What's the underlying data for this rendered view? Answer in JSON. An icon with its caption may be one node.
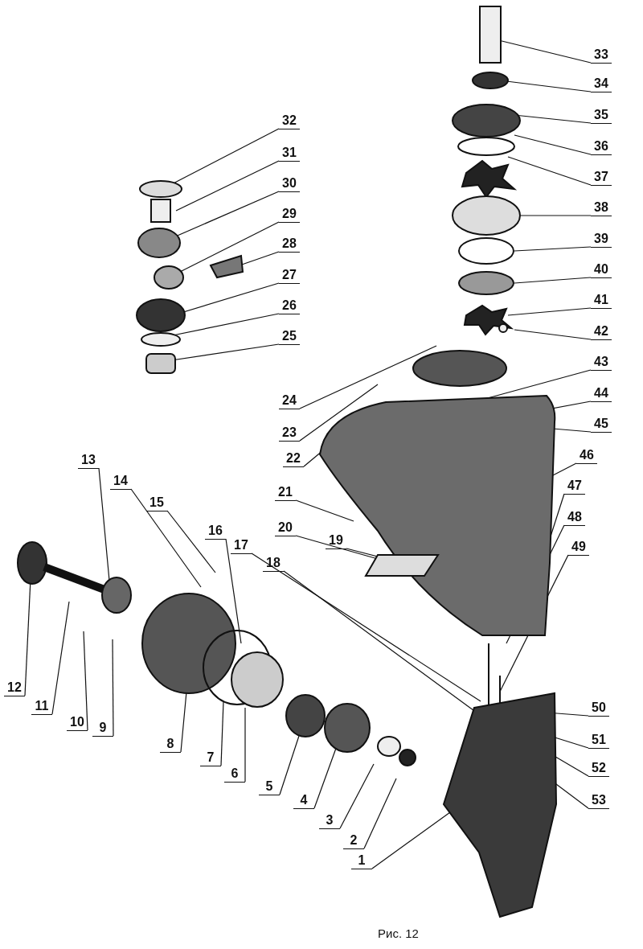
{
  "diagram": {
    "caption": "Рис. 12",
    "nodes": [
      {
        "text": [
          "1"
        ]
      },
      {
        "text": [
          "2"
        ]
      },
      {
        "text": [
          "3"
        ]
      },
      {
        "text": [
          "4"
        ]
      },
      {
        "text": [
          "5"
        ]
      },
      {
        "text": [
          "6"
        ]
      },
      {
        "text": [
          "7"
        ]
      },
      {
        "text": [
          "8"
        ]
      },
      {
        "text": [
          "9"
        ]
      },
      {
        "text": [
          "10"
        ]
      },
      {
        "text": [
          "11"
        ]
      },
      {
        "text": [
          "12"
        ]
      },
      {
        "text": [
          "13"
        ]
      },
      {
        "text": [
          "14"
        ]
      },
      {
        "text": [
          "15"
        ]
      },
      {
        "text": [
          "16"
        ]
      },
      {
        "text": [
          "17"
        ]
      },
      {
        "text": [
          "18"
        ]
      },
      {
        "text": [
          "19"
        ]
      },
      {
        "text": [
          "20"
        ]
      },
      {
        "text": [
          "21"
        ]
      },
      {
        "text": [
          "22"
        ]
      },
      {
        "text": [
          "23"
        ]
      },
      {
        "text": [
          "24"
        ]
      },
      {
        "text": [
          "25"
        ]
      },
      {
        "text": [
          "26"
        ]
      },
      {
        "text": [
          "27"
        ]
      },
      {
        "text": [
          "28"
        ]
      },
      {
        "text": [
          "29"
        ]
      },
      {
        "text": [
          "30"
        ]
      },
      {
        "text": [
          "31"
        ]
      },
      {
        "text": [
          "32"
        ]
      },
      {
        "text": [
          "33"
        ]
      },
      {
        "text": [
          "34"
        ]
      },
      {
        "text": [
          "35"
        ]
      },
      {
        "text": [
          "36"
        ]
      },
      {
        "text": [
          "37"
        ]
      },
      {
        "text": [
          "38"
        ]
      },
      {
        "text": [
          "39"
        ]
      },
      {
        "text": [
          "40"
        ]
      },
      {
        "text": [
          "41"
        ]
      },
      {
        "text": [
          "42"
        ]
      },
      {
        "text": [
          "43"
        ]
      },
      {
        "text": [
          "44"
        ]
      },
      {
        "text": [
          "45"
        ]
      },
      {
        "text": [
          "46"
        ]
      },
      {
        "text": [
          "47"
        ]
      },
      {
        "text": [
          "48"
        ]
      },
      {
        "text": [
          "49"
        ]
      },
      {
        "text": [
          "50"
        ]
      },
      {
        "text": [
          "51"
        ]
      },
      {
        "text": [
          "52"
        ]
      },
      {
        "text": [
          "53"
        ]
      }
    ],
    "edges": [
      {
        "from": 0,
        "to": null,
        "arrow": "none"
      },
      {
        "from": 1,
        "to": null,
        "arrow": "none"
      },
      {
        "from": 2,
        "to": null,
        "arrow": "none"
      },
      {
        "from": 3,
        "to": null,
        "arrow": "none"
      },
      {
        "from": 4,
        "to": null,
        "arrow": "none"
      },
      {
        "from": 5,
        "to": null,
        "arrow": "none"
      },
      {
        "from": 6,
        "to": null,
        "arrow": "none"
      },
      {
        "from": 7,
        "to": null,
        "arrow": "none"
      },
      {
        "from": 8,
        "to": null,
        "arrow": "none"
      },
      {
        "from": 9,
        "to": null,
        "arrow": "none"
      },
      {
        "from": 10,
        "to": null,
        "arrow": "none"
      },
      {
        "from": 11,
        "to": null,
        "arrow": "none"
      },
      {
        "from": 12,
        "to": null,
        "arrow": "none"
      },
      {
        "from": 13,
        "to": null,
        "arrow": "none"
      },
      {
        "from": 14,
        "to": null,
        "arrow": "none"
      },
      {
        "from": 15,
        "to": null,
        "arrow": "none"
      },
      {
        "from": 16,
        "to": null,
        "arrow": "none"
      },
      {
        "from": 17,
        "to": null,
        "arrow": "none"
      },
      {
        "from": 18,
        "to": null,
        "arrow": "none"
      },
      {
        "from": 19,
        "to": null,
        "arrow": "none"
      },
      {
        "from": 20,
        "to": null,
        "arrow": "none"
      },
      {
        "from": 21,
        "to": null,
        "arrow": "none"
      },
      {
        "from": 22,
        "to": null,
        "arrow": "none"
      },
      {
        "from": 23,
        "to": null,
        "arrow": "none"
      },
      {
        "from": 24,
        "to": null,
        "arrow": "none"
      },
      {
        "from": 25,
        "to": null,
        "arrow": "none"
      },
      {
        "from": 26,
        "to": null,
        "arrow": "none"
      },
      {
        "from": 27,
        "to": null,
        "arrow": "none"
      },
      {
        "from": 28,
        "to": null,
        "arrow": "none"
      },
      {
        "from": 29,
        "to": null,
        "arrow": "none"
      },
      {
        "from": 30,
        "to": null,
        "arrow": "none"
      },
      {
        "from": 31,
        "to": null,
        "arrow": "none"
      },
      {
        "from": 32,
        "to": null,
        "arrow": "none"
      },
      {
        "from": 33,
        "to": null,
        "arrow": "none"
      },
      {
        "from": 34,
        "to": null,
        "arrow": "none"
      },
      {
        "from": 35,
        "to": null,
        "arrow": "none"
      },
      {
        "from": 36,
        "to": null,
        "arrow": "none"
      },
      {
        "from": 37,
        "to": null,
        "arrow": "none"
      },
      {
        "from": 38,
        "to": null,
        "arrow": "none"
      },
      {
        "from": 39,
        "to": null,
        "arrow": "none"
      },
      {
        "from": 40,
        "to": null,
        "arrow": "none"
      },
      {
        "from": 41,
        "to": null,
        "arrow": "none"
      },
      {
        "from": 42,
        "to": null,
        "arrow": "none"
      },
      {
        "from": 43,
        "to": null,
        "arrow": "none"
      },
      {
        "from": 44,
        "to": null,
        "arrow": "none"
      },
      {
        "from": 45,
        "to": null,
        "arrow": "none"
      },
      {
        "from": 46,
        "to": null,
        "arrow": "none"
      },
      {
        "from": 47,
        "to": null,
        "arrow": "none"
      },
      {
        "from": 48,
        "to": null,
        "arrow": "none"
      },
      {
        "from": 49,
        "to": null,
        "arrow": "none"
      },
      {
        "from": 50,
        "to": null,
        "arrow": "none"
      },
      {
        "from": 51,
        "to": null,
        "arrow": "none"
      },
      {
        "from": 52,
        "to": null,
        "arrow": "none"
      }
    ]
  }
}
